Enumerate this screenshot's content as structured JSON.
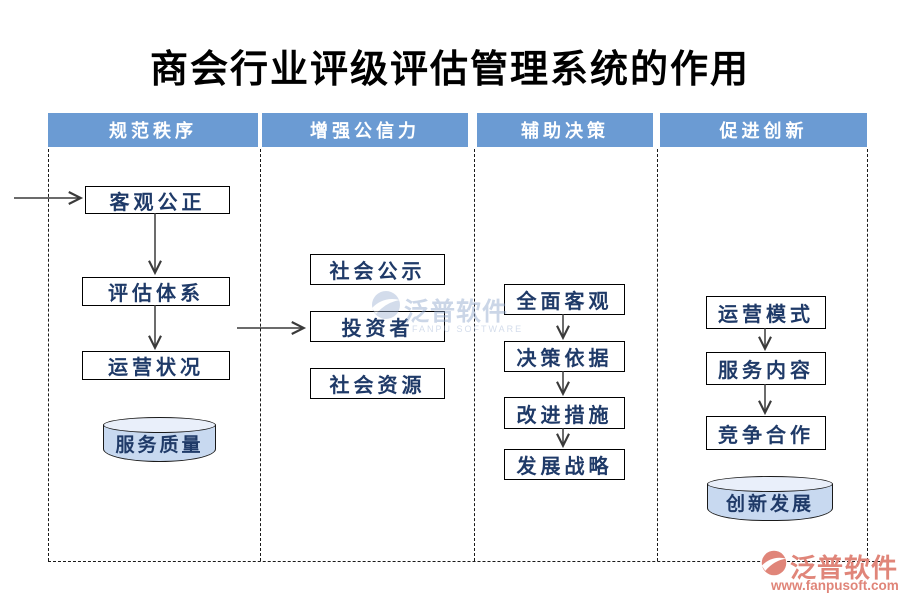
{
  "title": "商会行业评级评估管理系统的作用",
  "columns": [
    {
      "header": "规范秩序",
      "nodes": [
        "客观公正",
        "评估体系",
        "运营状况"
      ],
      "cylinder": "服务质量"
    },
    {
      "header": "增强公信力",
      "nodes": [
        "社会公示",
        "投资者",
        "社会资源"
      ]
    },
    {
      "header": "辅助决策",
      "nodes": [
        "全面客观",
        "决策依据",
        "改进措施",
        "发展战略"
      ]
    },
    {
      "header": "促进创新",
      "nodes": [
        "运营模式",
        "服务内容",
        "竞争合作"
      ],
      "cylinder": "创新发展"
    }
  ],
  "watermark": {
    "text": "泛普软件",
    "subtext": "FANPU SOFTWARE"
  },
  "logo": {
    "text": "泛普软件",
    "url": "www.fanpusoft.com"
  },
  "colors": {
    "header_bg": "#6b9bd3",
    "node_text": "#1f3a68",
    "cylinder_fill": "#c8d9f0",
    "logo_coral": "#e08579",
    "arrow": "#3a3a3a"
  }
}
